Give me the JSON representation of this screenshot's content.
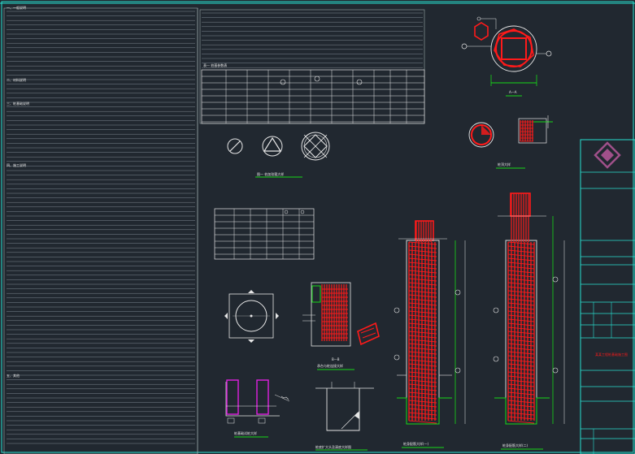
{
  "drawing": {
    "type": "CAD pile foundation reinforcement drawing",
    "colors": {
      "background": "#212830",
      "line_white": "#e6e6e6",
      "line_green": "#18d818",
      "line_red": "#ff1a1a",
      "line_cyan": "#28e0d0",
      "line_magenta": "#e020e0",
      "title_block_logo": "#a0508a"
    }
  },
  "notes_panel": {
    "headings": [
      "一、一般说明",
      "二、材料说明",
      "三、桩基础说明",
      "四、施工说明",
      "五、其他"
    ],
    "line_count": 96
  },
  "sections": {
    "table_title": "表一 桩基参数表",
    "pile_section_a_label": "A—A",
    "pile_joint_label": "桩顶大样",
    "pile_section_b_label": "B—B",
    "steel_ring_detail_title": "图一 桩加劲箍大样",
    "pile_cap_detail_title": "承台与桩连接大样",
    "pile_elevation_1_title": "桩身配筋大样(一)",
    "pile_elevation_2_title": "桩身配筋大样(二)",
    "pit_detail_title": "桩基础试桩大样",
    "bottom_detail_title": "桩底扩大头及清底大样图"
  },
  "title_block": {
    "project_name_label": "某某工程桩基础施工图"
  }
}
